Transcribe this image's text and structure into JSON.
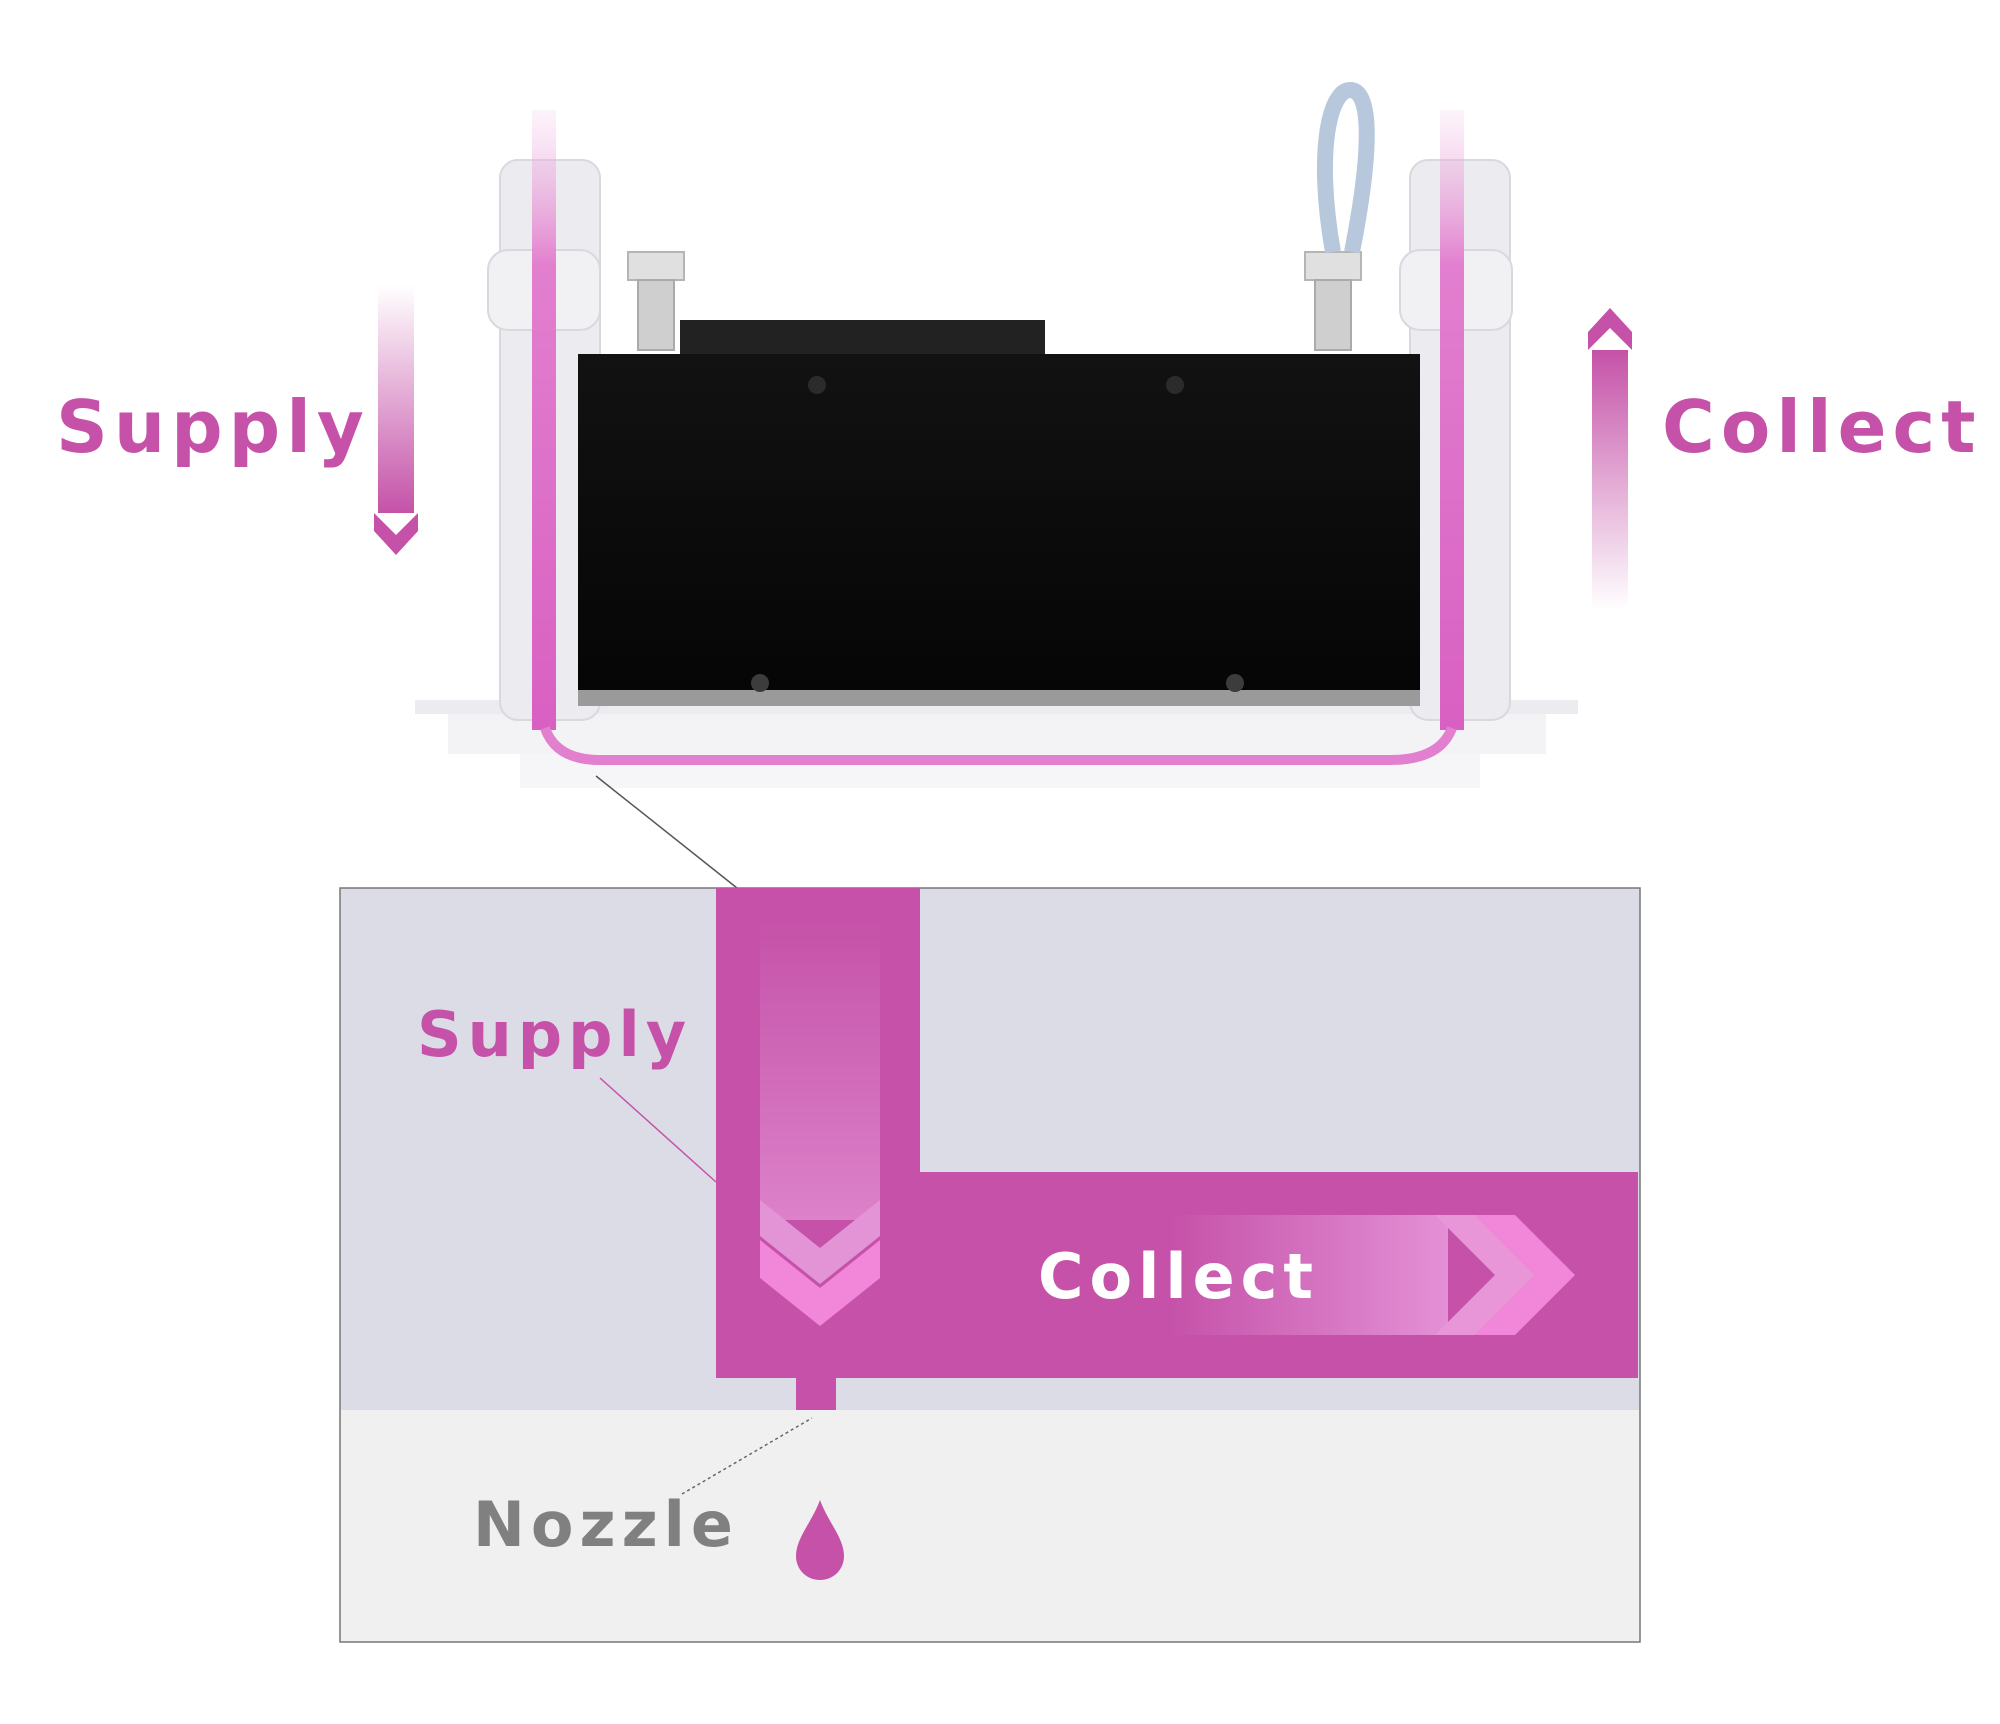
{
  "labels": {
    "supply_top": "Supply",
    "collect_top": "Collect",
    "supply_detail": "Supply",
    "collect_detail": "Collect",
    "nozzle": "Nozzle"
  },
  "colors": {
    "accent": "#c552a8",
    "accent_light": "#f287d9",
    "nozzle_label": "#808080",
    "panel_upper": "#dcdce6",
    "panel_lower": "#f0f0f0",
    "printhead_body": "#0b0b0b"
  }
}
